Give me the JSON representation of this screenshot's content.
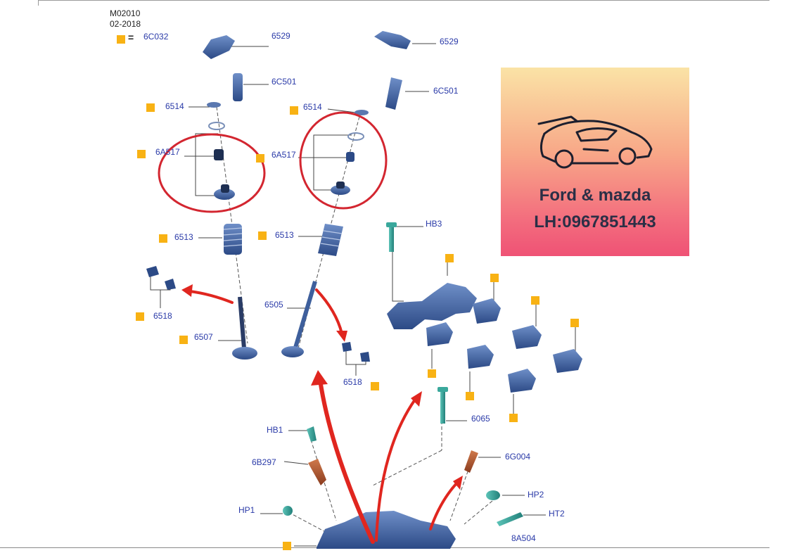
{
  "document": {
    "code": "M02010",
    "date": "02-2018"
  },
  "legend": {
    "symbol_text": "=",
    "part": "6C032"
  },
  "labels": {
    "p6529_left": "6529",
    "p6529_right": "6529",
    "p6C501_left": "6C501",
    "p6C501_right": "6C501",
    "p6514_left": "6514",
    "p6514_right": "6514",
    "p6A517_left": "6A517",
    "p6A517_right": "6A517",
    "p6513_left": "6513",
    "p6513_right": "6513",
    "p6518_left": "6518",
    "p6518_right": "6518",
    "p6505": "6505",
    "p6507": "6507",
    "hb3": "HB3",
    "p6065": "6065",
    "hb1": "HB1",
    "p6B297": "6B297",
    "p6G004": "6G004",
    "hp1": "HP1",
    "hp2": "HP2",
    "ht2": "HT2",
    "p8A504": "8A504"
  },
  "ad": {
    "brand": "Ford & mazda",
    "phone": "LH:0967851443",
    "icon": "sports-car-icon"
  },
  "colors": {
    "part_blue": "#3e5f9c",
    "label_blue": "#2a3aa8",
    "marker_yellow": "#f8b214",
    "highlight_red": "#d32630",
    "arrow_red": "#e0261f",
    "bolt_teal": "#2f9c92",
    "sensor_brown": "#b0562f"
  }
}
